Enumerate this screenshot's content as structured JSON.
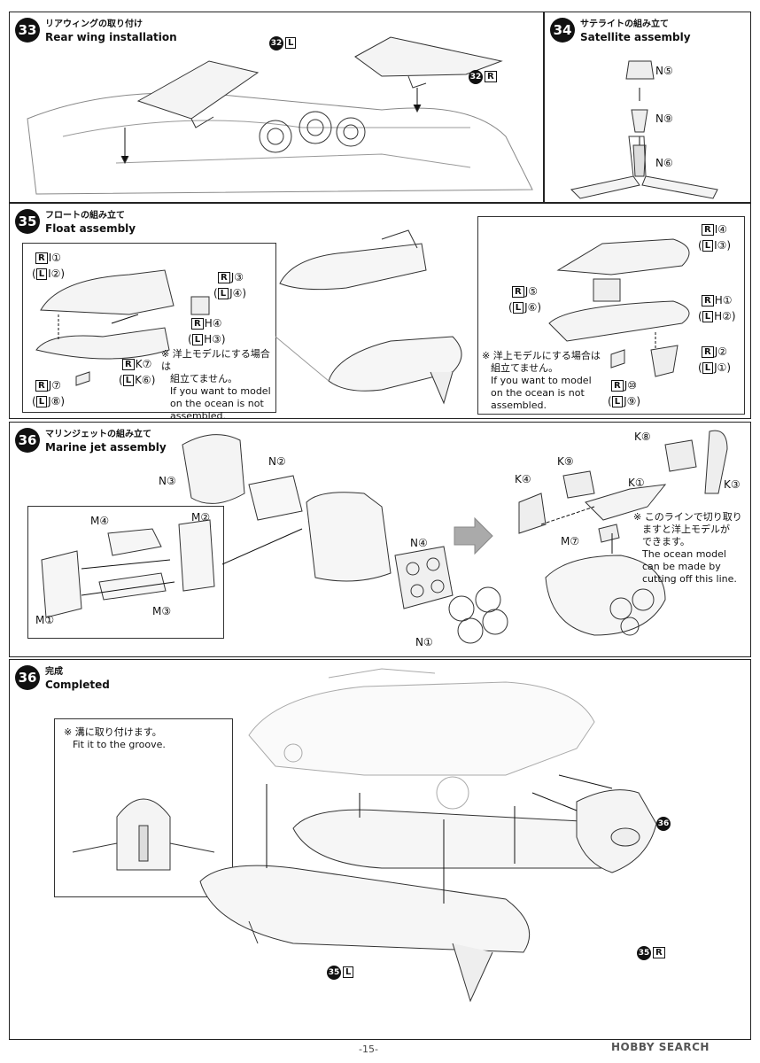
{
  "page_number": "-15-",
  "watermark": "HOBBY SEARCH",
  "steps": {
    "s33": {
      "num": "33",
      "jp": "リアウィングの取り付け",
      "en": "Rear wing installation",
      "labels": {
        "left_part": "32",
        "left_side": "L",
        "right_part": "32",
        "right_side": "R"
      }
    },
    "s34": {
      "num": "34",
      "jp": "サテライトの組み立て",
      "en": "Satellite assembly",
      "labels": {
        "a": "N⑤",
        "b": "N⑨",
        "c": "N⑥"
      }
    },
    "s35": {
      "num": "35",
      "jp": "フロートの組み立て",
      "en": "Float assembly",
      "left": {
        "l1_side": "R",
        "l1_part": "I①",
        "l2_side": "L",
        "l2_part": "I②",
        "l3_side": "R",
        "l3_part": "J③",
        "l4_side": "L",
        "l4_part": "J④",
        "l5_side": "R",
        "l5_part": "H④",
        "l6_side": "L",
        "l6_part": "H③",
        "l7_side": "R",
        "l7_part": "K⑦",
        "l8_side": "L",
        "l8_part": "K⑥",
        "l9_side": "R",
        "l9_part": "J⑦",
        "l10_side": "L",
        "l10_part": "J⑧",
        "note_jp1": "※ 洋上モデルにする場合は",
        "note_jp2": "組立てません。",
        "note_en1": "If you want to model",
        "note_en2": "on the ocean is not",
        "note_en3": "assembled."
      },
      "right": {
        "r1_side": "R",
        "r1_part": "I④",
        "r2_side": "L",
        "r2_part": "I③",
        "r3_side": "R",
        "r3_part": "J⑤",
        "r4_side": "L",
        "r4_part": "J⑥",
        "r5_side": "R",
        "r5_part": "H①",
        "r6_side": "L",
        "r6_part": "H②",
        "r7_side": "R",
        "r7_part": "J②",
        "r8_side": "L",
        "r8_part": "J①",
        "r9_side": "R",
        "r9_part": "J⑩",
        "r10_side": "L",
        "r10_part": "J⑨",
        "note_jp1": "※ 洋上モデルにする場合は",
        "note_jp2": "組立てません。",
        "note_en1": "If you want to model",
        "note_en2": "on the ocean is not",
        "note_en3": "assembled."
      }
    },
    "s36a": {
      "num": "36",
      "jp": "マリンジェットの組み立て",
      "en": "Marine jet assembly",
      "labels": {
        "n3": "N③",
        "n2": "N②",
        "n4": "N④",
        "n1": "N①",
        "m4": "M④",
        "m2": "M②",
        "m1": "M①",
        "m3": "M③",
        "k8": "K⑧",
        "k9": "K⑨",
        "k4": "K④",
        "k1": "K①",
        "k3": "K③",
        "m7": "M⑦"
      },
      "note_jp1": "※ このラインで切り取り",
      "note_jp2": "ますと洋上モデルが",
      "note_jp3": "できます。",
      "note_en1": "The ocean model",
      "note_en2": "can be made by",
      "note_en3": "cutting off this line."
    },
    "s36b": {
      "num": "36",
      "jp": "完成",
      "en": "Completed",
      "note_jp": "※ 溝に取り付けます。",
      "note_en": "Fit it to the groove.",
      "labels": {
        "c36": "36",
        "f35l": "35",
        "f35l_side": "L",
        "f35r": "35",
        "f35r_side": "R"
      }
    }
  }
}
